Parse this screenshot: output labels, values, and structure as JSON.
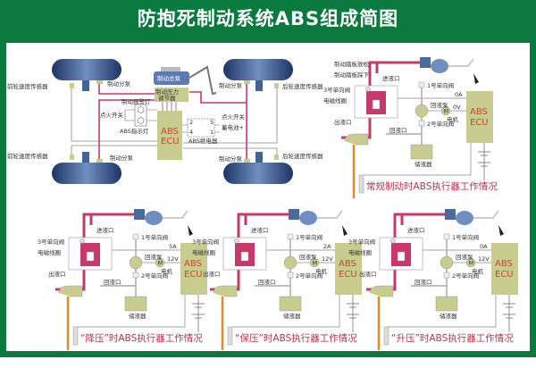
{
  "title": "防抱死制动系统ABS组成简图",
  "colors": {
    "frame": "#0b7a3e",
    "brake_line": "#c8386a",
    "ecu_fill": "#c8cd8f",
    "ecu_text": "#d0442a",
    "caption": "#b4384a",
    "wheel": "#2f4f86"
  },
  "overview": {
    "front_sensor_top": "前轮速度传感器",
    "front_sensor_bottom": "前轮速度传感器",
    "rear_sensor_top": "后轮速度传感器",
    "rear_sensor_bottom": "后轮速度传感器",
    "caliper_fl": "制动分泵",
    "caliper_rl": "制动分泵",
    "caliper_fr": "制动分泵",
    "caliper_rr": "制动分泵",
    "master_cylinder": "制动总泵",
    "modulator_line1": "制动压力",
    "modulator_line2": "调节器",
    "brake_warning_lamp": "制动报警灯",
    "ignition_switch_left": "点火开关",
    "abs_indicator": "ABS指示灯",
    "ecu_line1": "ABS",
    "ecu_line2": "ECU",
    "ignition_switch_right": "点火开关",
    "battery": "蓄电池+",
    "relay": "ABS继电器",
    "relay_pins": [
      "2",
      "5",
      "4",
      "1"
    ]
  },
  "diagrams": [
    {
      "caption": "常规制动时ABS执行器工作情况",
      "legend_release": "制动踏板放松",
      "legend_press": "制动踏板踩下",
      "inlet": "进液口",
      "check_valve_1": "1号单向阀",
      "check_valve_3": "3号单向阀",
      "solenoid": "电磁线圈",
      "outlet": "出液口",
      "return_port": "回液口",
      "return_pump": "回液泵",
      "check_valve_2": "2号单向阀",
      "reservoir": "储液器",
      "motor": "电机",
      "motor_symbol": "M",
      "current": "0A",
      "voltage": "0V",
      "ecu_line1": "ABS",
      "ecu_line2": "ECU"
    },
    {
      "caption": "“降压”时ABS执行器工作情况",
      "inlet": "进液口",
      "check_valve_1": "1号单向阀",
      "check_valve_3": "3号单向阀",
      "solenoid": "电磁线圈",
      "outlet": "出液口",
      "return_port": "回液口",
      "return_pump": "回液泵",
      "check_valve_2": "2号单向阀",
      "reservoir": "储液器",
      "motor": "电机",
      "motor_symbol": "M",
      "current": "5A",
      "voltage": "12V",
      "ecu_line1": "ABS",
      "ecu_line2": "ECU"
    },
    {
      "caption": "“保压”时ABS执行器工作情况",
      "inlet": "进液口",
      "check_valve_1": "1号单向阀",
      "check_valve_3": "3号单向阀",
      "solenoid": "电磁线圈",
      "outlet": "出液口",
      "return_port": "回液口",
      "return_pump": "回液泵",
      "check_valve_2": "2号单向阀",
      "reservoir": "储液器",
      "motor": "电机",
      "motor_symbol": "M",
      "current": "2A",
      "voltage": "12V",
      "ecu_line1": "ABS",
      "ecu_line2": "ECU"
    },
    {
      "caption": "“升压”时ABS执行器工作情况",
      "inlet": "进液口",
      "check_valve_1": "1号单向阀",
      "check_valve_3": "3号单向阀",
      "solenoid": "电磁线圈",
      "outlet": "出液口",
      "return_port": "回液口",
      "return_pump": "回液泵",
      "check_valve_2": "2号单向阀",
      "reservoir": "储液器",
      "motor": "电机",
      "motor_symbol": "M",
      "current": "0A",
      "voltage": "12V",
      "ecu_line1": "ABS",
      "ecu_line2": "ECU"
    }
  ]
}
